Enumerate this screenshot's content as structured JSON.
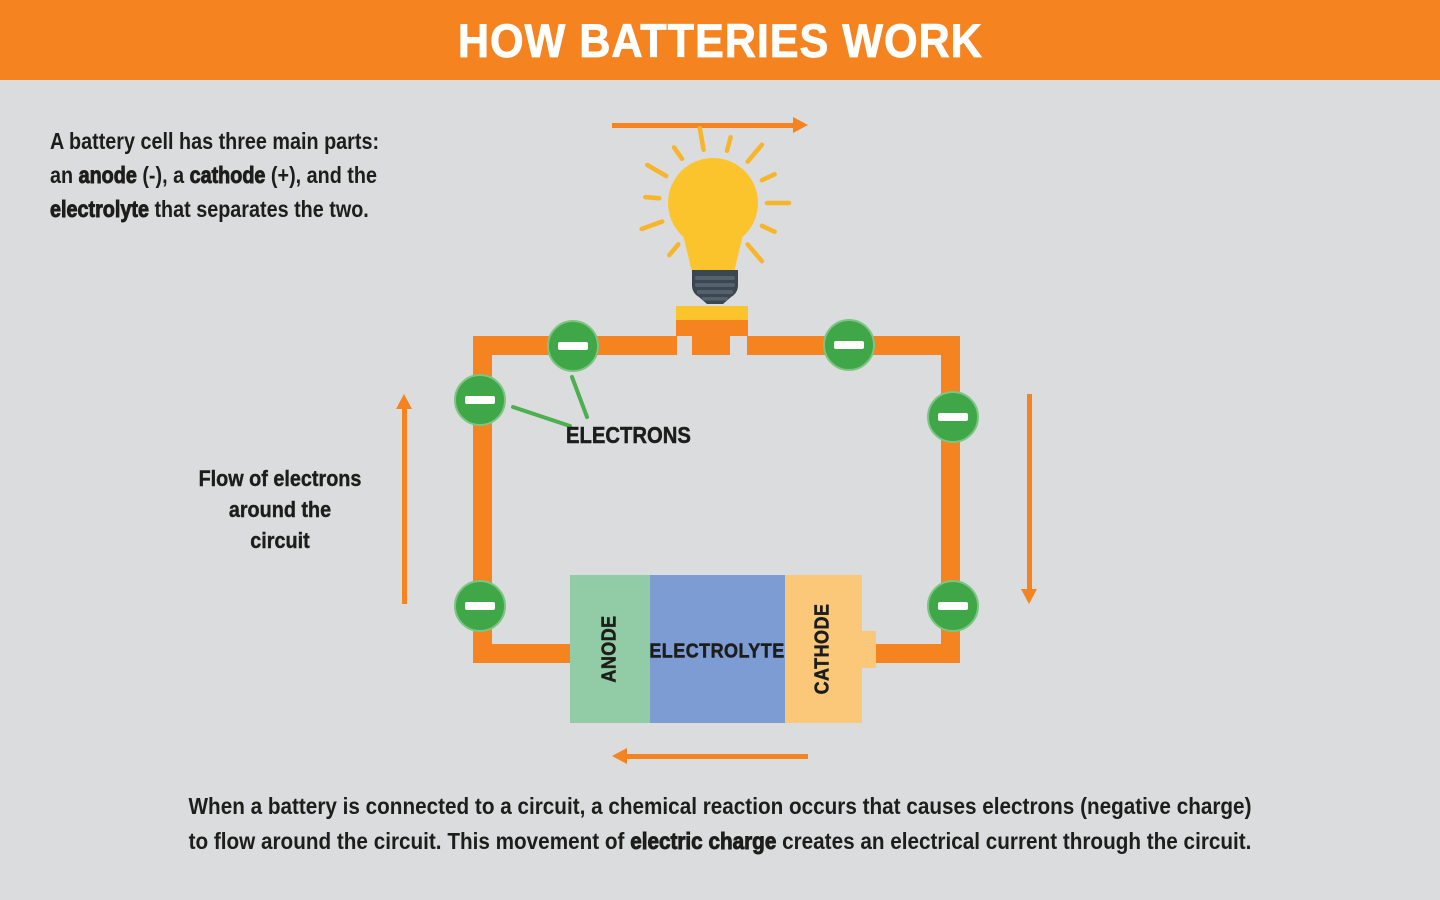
{
  "title": "HOW BATTERIES WORK",
  "intro": {
    "seg0": "A battery cell has three main parts:\nan ",
    "seg1": "anode",
    "seg2": " (-), a ",
    "seg3": "cathode",
    "seg4": " (+), and the\n",
    "seg5": "electrolyte",
    "seg6": " that separates the two."
  },
  "diagram": {
    "electrons_label": "ELECTRONS",
    "flow_label": "Flow of electrons\naround the circuit",
    "battery": {
      "anode": "ANODE",
      "electrolyte": "ELECTROLYTE",
      "cathode": "CATHODE"
    }
  },
  "outro": {
    "seg0": "When a battery is connected to a circuit, a chemical reaction occurs that causes electrons (negative charge)\nto flow around the circuit. This movement of ",
    "seg1": "electric charge",
    "seg2": " creates an electrical current through the circuit."
  },
  "colors": {
    "accent": "#F5831F",
    "bg": "#DBDCDD",
    "header-text": "#FFFFFF",
    "text": "#1D1D1B",
    "electron-green": "#3FA748",
    "pointer-green": "#4CAF50",
    "anode-green": "#92CCA7",
    "electrolyte-blue": "#7D9CD3",
    "cathode-yellow": "#FAC878",
    "bulb-yellow": "#FBC42D",
    "ray-yellow": "#F6B52A",
    "socket-dark": "#3A4750",
    "socket-stripe": "#55626D"
  }
}
